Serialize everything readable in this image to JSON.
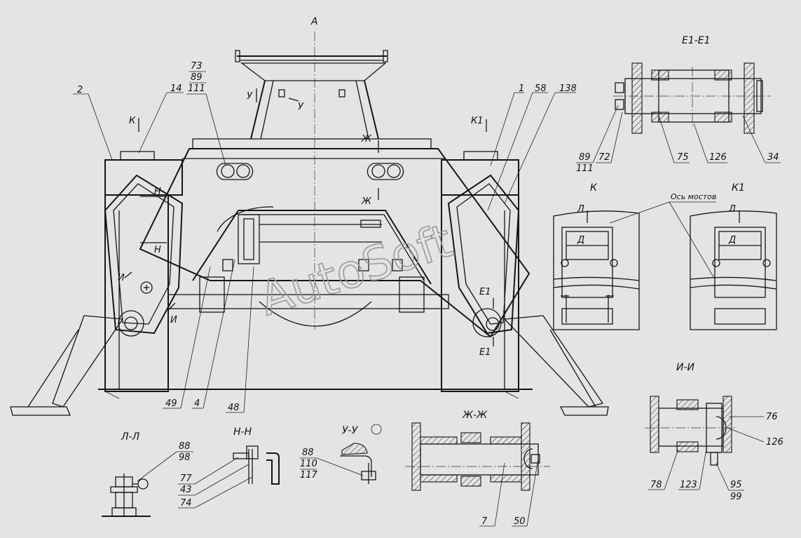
{
  "views": {
    "main": "А",
    "e1": "Е1-Е1",
    "k": "К",
    "k1": "К1",
    "ii": "И-И",
    "ll": "Л-Л",
    "nn": "Н-Н",
    "uu": "У-У",
    "zz": "Ж-Ж"
  },
  "axis_note": "Ось мостов",
  "cut_marks": {
    "k": "К",
    "k1": "К1",
    "u1": "У",
    "u2": "У",
    "zh1": "Ж",
    "zh2": "Ж",
    "n1": "Н",
    "n2": "Н",
    "i1": "И",
    "i2": "И",
    "e1a": "Е1",
    "e1b": "Е1",
    "l_k": "Л",
    "d_k": "Д",
    "l_k1": "Л",
    "d_k1": "Д"
  },
  "main_labels": {
    "p2": "2",
    "p14": "14",
    "p73": "73",
    "p89": "89",
    "p111": "111",
    "p1": "1",
    "p58": "58",
    "p138": "138",
    "p49": "49",
    "p4": "4",
    "p48": "48"
  },
  "e1_labels": {
    "p89": "89",
    "p111": "111",
    "p72": "72",
    "p75": "75",
    "p126": "126",
    "p34": "34"
  },
  "ii_labels": {
    "p76": "76",
    "p126": "126",
    "p78": "78",
    "p123": "123",
    "p95": "95",
    "p99": "99"
  },
  "ll_labels": {
    "p88": "88",
    "p98": "98"
  },
  "nn_labels": {
    "p77": "77",
    "p43": "43",
    "p74": "74"
  },
  "uu_labels": {
    "p88": "88",
    "p110": "110",
    "p117": "117"
  },
  "zz_labels": {
    "p7": "7",
    "p50": "50"
  },
  "watermark": "AutoSoft"
}
